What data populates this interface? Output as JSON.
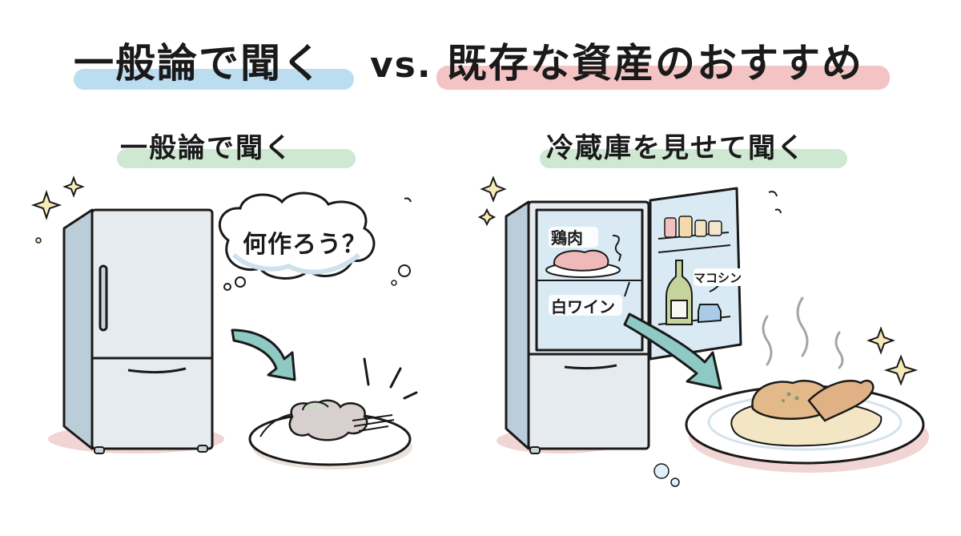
{
  "title": {
    "left": "一般論で聞く",
    "vs": "vs.",
    "right": "既存な資産のおすすめ",
    "left_highlight_color": "#bcdcef",
    "right_highlight_color": "#f4c3c3"
  },
  "panels": {
    "left": {
      "heading": "一般論で聞く",
      "heading_highlight_color": "#cfe8d2",
      "thought_bubble": "何作ろう？"
    },
    "right": {
      "heading": "冷蔵庫を見せて聞く",
      "heading_highlight_color": "#cfe8d2",
      "labels": {
        "chicken": "鶏肉",
        "white_wine": "白ワイン",
        "mustard": "マコシン"
      }
    }
  },
  "colors": {
    "fridge_body": "#e6ebef",
    "fridge_side": "#bccdda",
    "arrow": "#8ec9c4",
    "sparkle": "#f6eab8",
    "shadow": "#f1d4d4",
    "outline": "#1a1a1a"
  }
}
